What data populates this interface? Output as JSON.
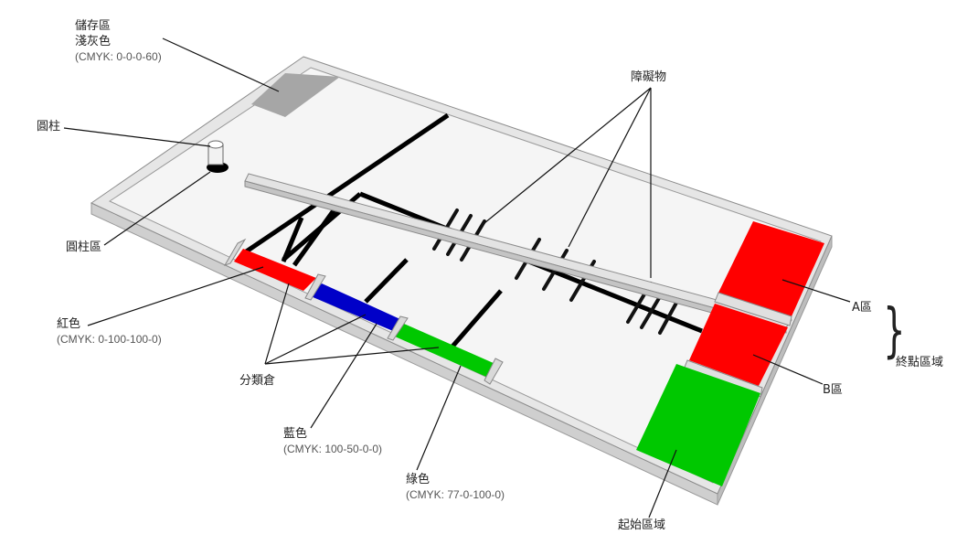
{
  "labels": {
    "storage_line1": "儲存區",
    "storage_line2": "淺灰色",
    "storage_cmyk": "(CMYK: 0-0-0-60)",
    "pillar": "圓柱",
    "pillar_zone": "圓柱區",
    "obstacles": "障礙物",
    "zone_a": "A區",
    "zone_b": "B區",
    "finish_zone": "終點區域",
    "red": "紅色",
    "red_cmyk": "(CMYK: 0-100-100-0)",
    "sorting_bins": "分類倉",
    "blue": "藍色",
    "blue_cmyk": "(CMYK: 100-50-0-0)",
    "green": "綠色",
    "green_cmyk": "(CMYK: 77-0-100-0)",
    "start_zone": "起始區域"
  },
  "colors": {
    "storage_gray": "#a6a6a6",
    "red": "#ff0000",
    "blue": "#0000c8",
    "green": "#00c800",
    "floor": "#f5f5f5",
    "wall": "#d9d9d9",
    "line": "#000000"
  }
}
